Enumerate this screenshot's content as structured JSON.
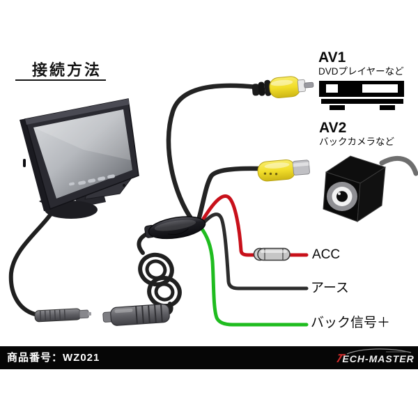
{
  "title": {
    "text": "接続方法"
  },
  "sections": {
    "av1": {
      "label": "AV1",
      "desc": "DVDプレイヤーなど"
    },
    "av2": {
      "label": "AV2",
      "desc": "バックカメラなど"
    }
  },
  "wire_labels": {
    "acc": "ACC",
    "ground": "アース",
    "back_signal": "バック信号＋"
  },
  "footer": {
    "product_number_label": "商品番号：WZ021",
    "brand_t": "T",
    "brand_rest": "ECH-MASTER"
  },
  "icons": {
    "monitor": "car-monitor-photo",
    "av1_connector": "rca-plug-male-yellow",
    "av2_connector": "rca-jack-female-yellow",
    "av1_device": "dvd-player-icon",
    "av2_device": "backup-camera-icon",
    "fuse": "inline-fuse-icon",
    "junction": "molded-cable-junction",
    "coil": "coiled-cable",
    "brand_mark": "tech-master-logo"
  },
  "colors": {
    "acc_wire": "#c8101a",
    "ground_wire": "#2c2c2c",
    "back_signal_wire": "#1fbc1f",
    "rca_yellow": "#f2de2a",
    "footer_bg": "#060606",
    "brand_red": "#cf2b2b"
  }
}
